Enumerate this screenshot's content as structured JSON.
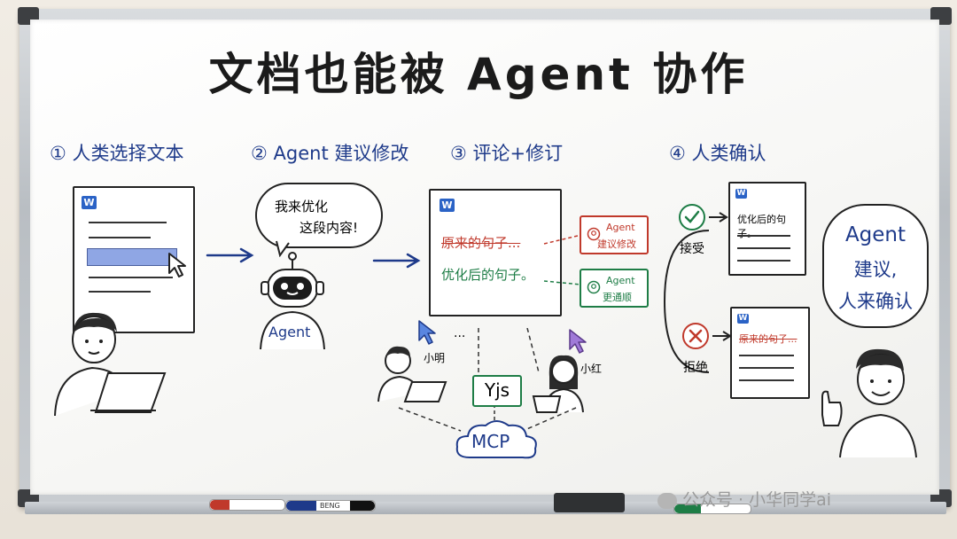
{
  "title": "文档也能被 Agent 协作",
  "steps": [
    {
      "num": "①",
      "label": "人类选择文本"
    },
    {
      "num": "②",
      "label": "Agent 建议修改"
    },
    {
      "num": "③",
      "label": "评论+修订"
    },
    {
      "num": "④",
      "label": "人类确认"
    }
  ],
  "step2": {
    "speech_line1": "我来优化",
    "speech_line2": "这段内容!",
    "robot_label": "Agent"
  },
  "step3": {
    "doc_original": "原来的句子...",
    "doc_revised": "优化后的句子。",
    "comment1_line1": "Agent",
    "comment1_line2": "建议修改",
    "comment2_line1": "Agent",
    "comment2_line2": "更通顺",
    "user1": "小明",
    "user2": "小红",
    "yjs": "Yjs",
    "mcp": "MCP",
    "ellipsis": "..."
  },
  "step4": {
    "accept_label": "接受",
    "reject_label": "拒绝",
    "accepted_text": "优化后的句子。",
    "rejected_text": "原来的句子...",
    "bubble_line1": "Agent",
    "bubble_line2": "建议,",
    "bubble_line3": "人来确认"
  },
  "doc_icon_letter": "W",
  "watermark": "公众号 · 小华同学ai",
  "marker_label": "BENG",
  "colors": {
    "accent_blue": "#1e3a8a",
    "red": "#c0392b",
    "green": "#1e7d46",
    "highlight": "#8fa6e4"
  }
}
